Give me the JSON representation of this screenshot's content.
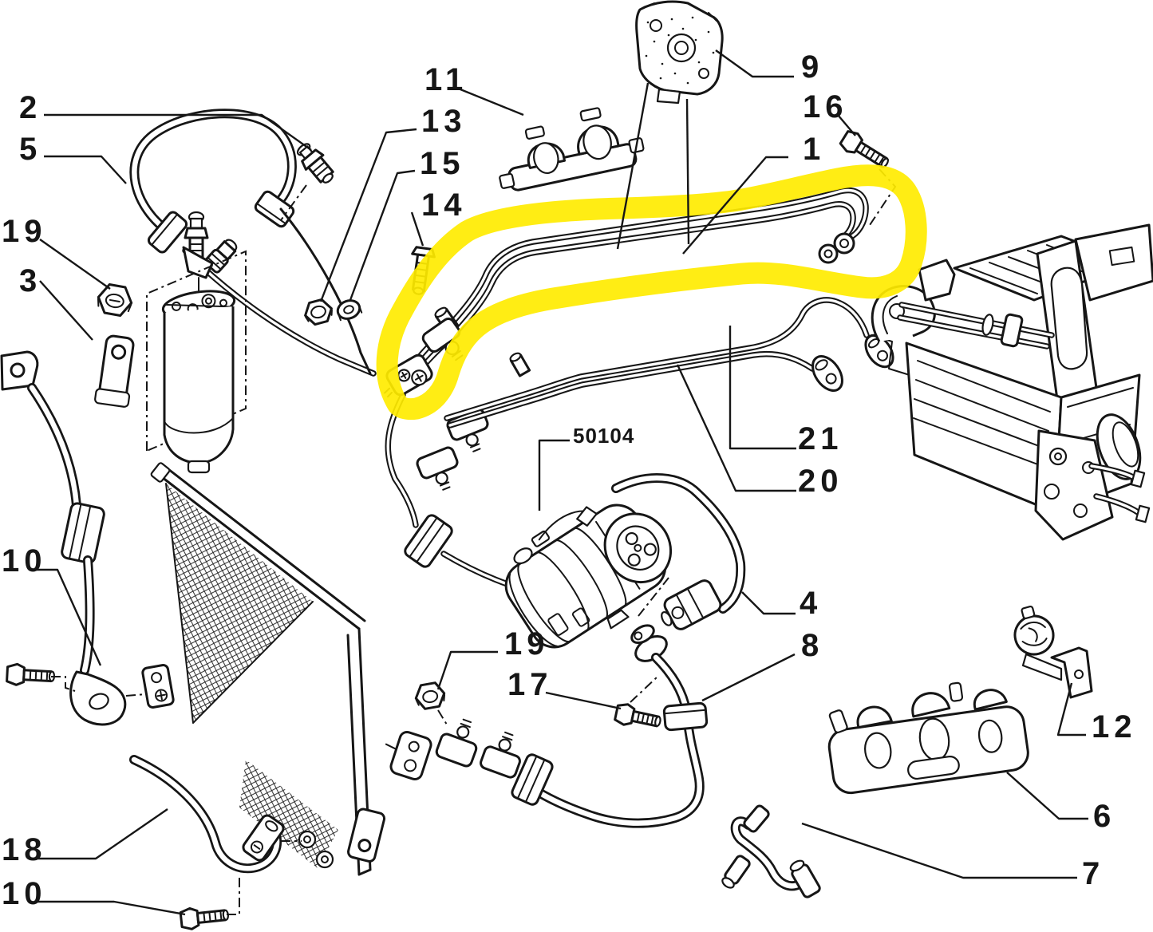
{
  "diagram": {
    "type": "exploded-parts-line-drawing",
    "subject": "air-conditioning pipes, compressor and condenser assembly",
    "background_color": "#FFFFFF",
    "line_color": "#161616",
    "highlight": {
      "color": "#FFEB00",
      "style": "hand-drawn marker loop",
      "encircled_part_label": "1"
    }
  },
  "part_labels": [
    {
      "id": "2",
      "text": "2"
    },
    {
      "id": "5",
      "text": "5"
    },
    {
      "id": "19a",
      "text": "19"
    },
    {
      "id": "3",
      "text": "3"
    },
    {
      "id": "11",
      "text": "11"
    },
    {
      "id": "13",
      "text": "13"
    },
    {
      "id": "15",
      "text": "15"
    },
    {
      "id": "14",
      "text": "14"
    },
    {
      "id": "9",
      "text": "9"
    },
    {
      "id": "16",
      "text": "16"
    },
    {
      "id": "1",
      "text": "1"
    },
    {
      "id": "21",
      "text": "21"
    },
    {
      "id": "20",
      "text": "20"
    },
    {
      "id": "50104",
      "text": "50104"
    },
    {
      "id": "4",
      "text": "4"
    },
    {
      "id": "8",
      "text": "8"
    },
    {
      "id": "19b",
      "text": "19"
    },
    {
      "id": "17",
      "text": "17"
    },
    {
      "id": "12",
      "text": "12"
    },
    {
      "id": "6",
      "text": "6"
    },
    {
      "id": "7",
      "text": "7"
    },
    {
      "id": "18",
      "text": "18"
    },
    {
      "id": "10a",
      "text": "10"
    },
    {
      "id": "10b",
      "text": "10"
    }
  ]
}
